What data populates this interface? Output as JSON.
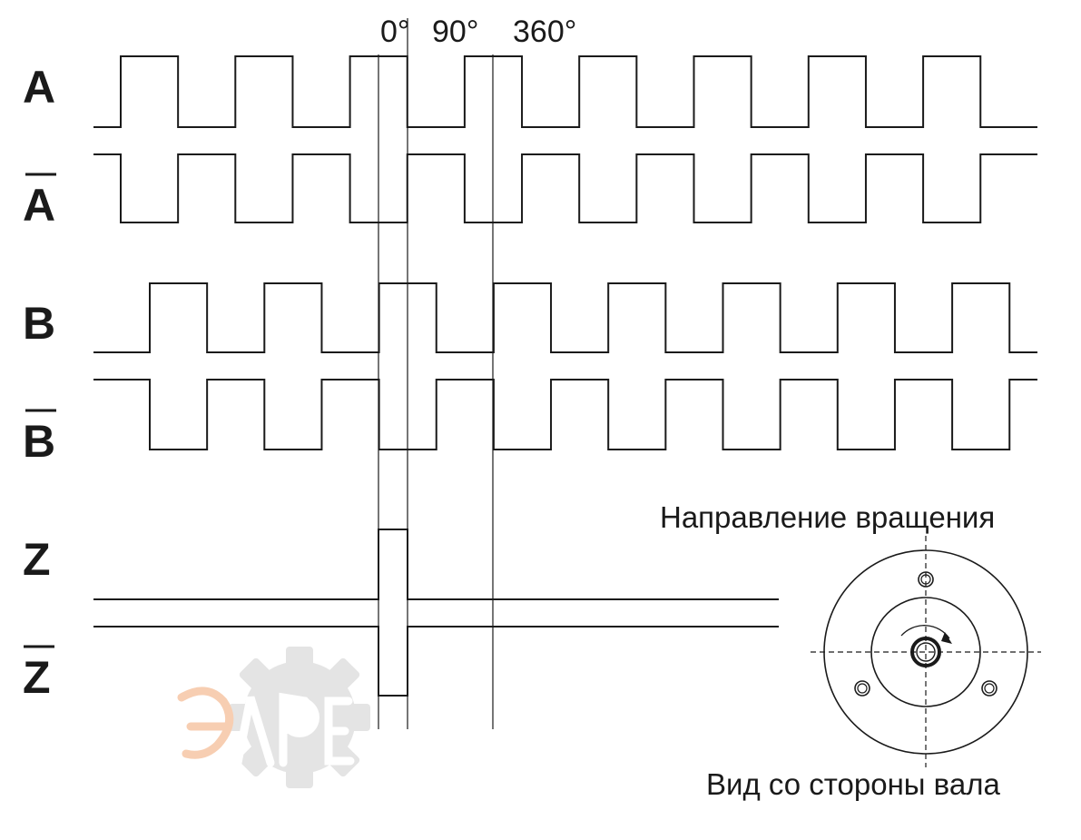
{
  "labels": {
    "A": "A",
    "A_inv": "A",
    "B": "B",
    "B_inv": "B",
    "Z": "Z",
    "Z_inv": "Z"
  },
  "angles": {
    "a0": "0°",
    "a90": "90°",
    "a360": "360°"
  },
  "captions": {
    "rotation": "Направление вращения",
    "view": "Вид со стороны вала"
  },
  "colors": {
    "ink": "#1a1a1a",
    "watermark_orange": "#f2a774",
    "watermark_gray": "#cfcfcf"
  },
  "watermark": "ЭЛРЕ"
}
